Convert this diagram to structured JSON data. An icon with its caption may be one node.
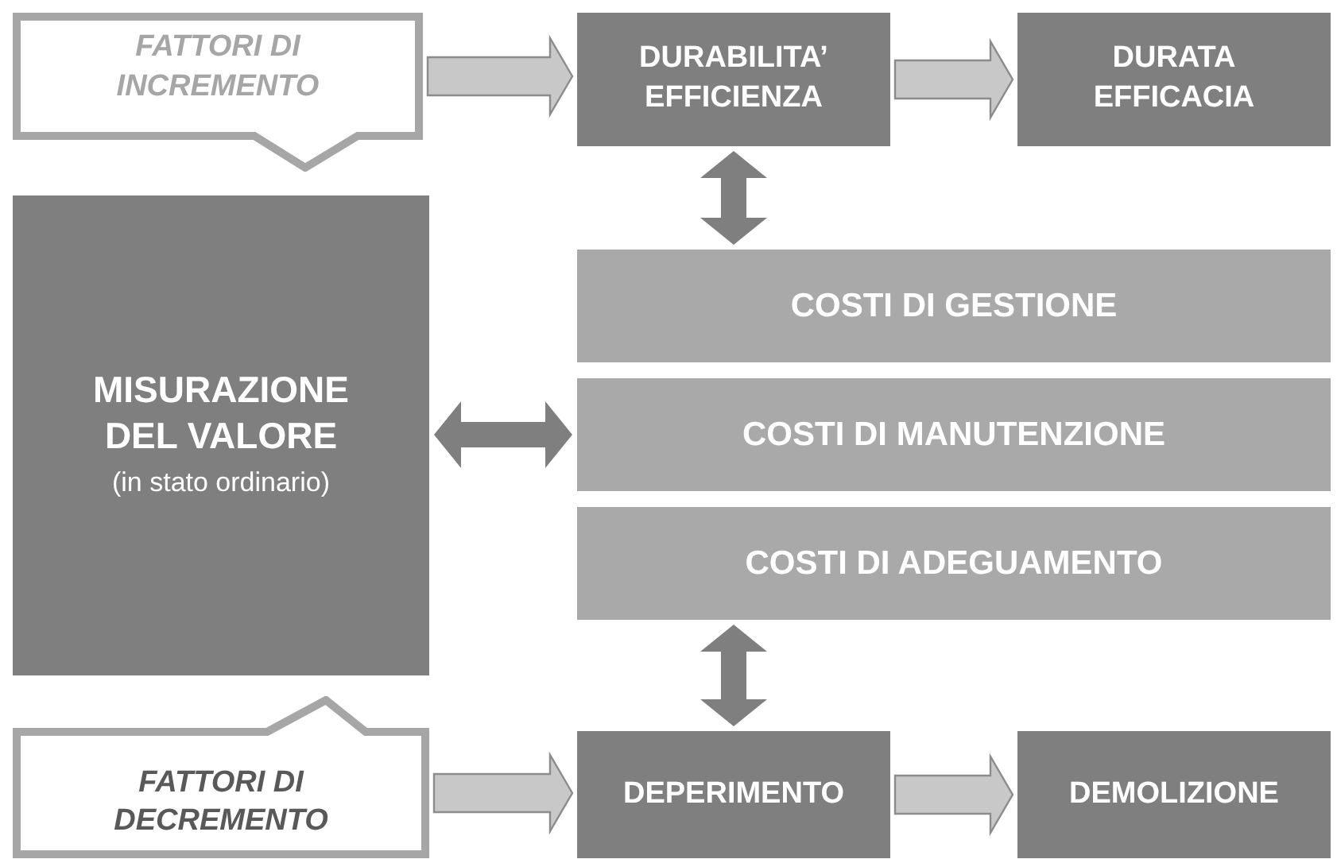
{
  "diagram": {
    "nodes": [
      {
        "text": [
          "FATTORI DI INCREMENTO"
        ]
      },
      {
        "text": [
          "DURABILITA’ EFFICIENZA"
        ]
      },
      {
        "text": [
          "DURATA EFFICACIA"
        ]
      },
      {
        "text": [
          "MISURAZIONE DEL VALORE",
          "(in stato ordinario)"
        ]
      },
      {
        "text": [
          "COSTI DI GESTIONE"
        ]
      },
      {
        "text": [
          "COSTI DI MANUTENZIONE"
        ]
      },
      {
        "text": [
          "COSTI DI ADEGUAMENTO"
        ]
      },
      {
        "text": [
          "FATTORI DI DECREMENTO"
        ]
      },
      {
        "text": [
          "DEPERIMENTO"
        ]
      },
      {
        "text": [
          "DEMOLIZIONE"
        ]
      }
    ],
    "edges": [
      {
        "from": 0,
        "to": 1,
        "arrow": "to"
      },
      {
        "from": 1,
        "to": 2,
        "arrow": "to"
      },
      {
        "from": 1,
        "to": 4,
        "arrow": "both",
        "color": "#7f7f7f"
      },
      {
        "from": 3,
        "to": 5,
        "arrow": "both",
        "color": "#7f7f7f"
      },
      {
        "from": 6,
        "to": 8,
        "arrow": "both",
        "color": "#7f7f7f"
      },
      {
        "from": 7,
        "to": 8,
        "arrow": "to"
      },
      {
        "from": 8,
        "to": 9,
        "arrow": "to"
      }
    ]
  }
}
